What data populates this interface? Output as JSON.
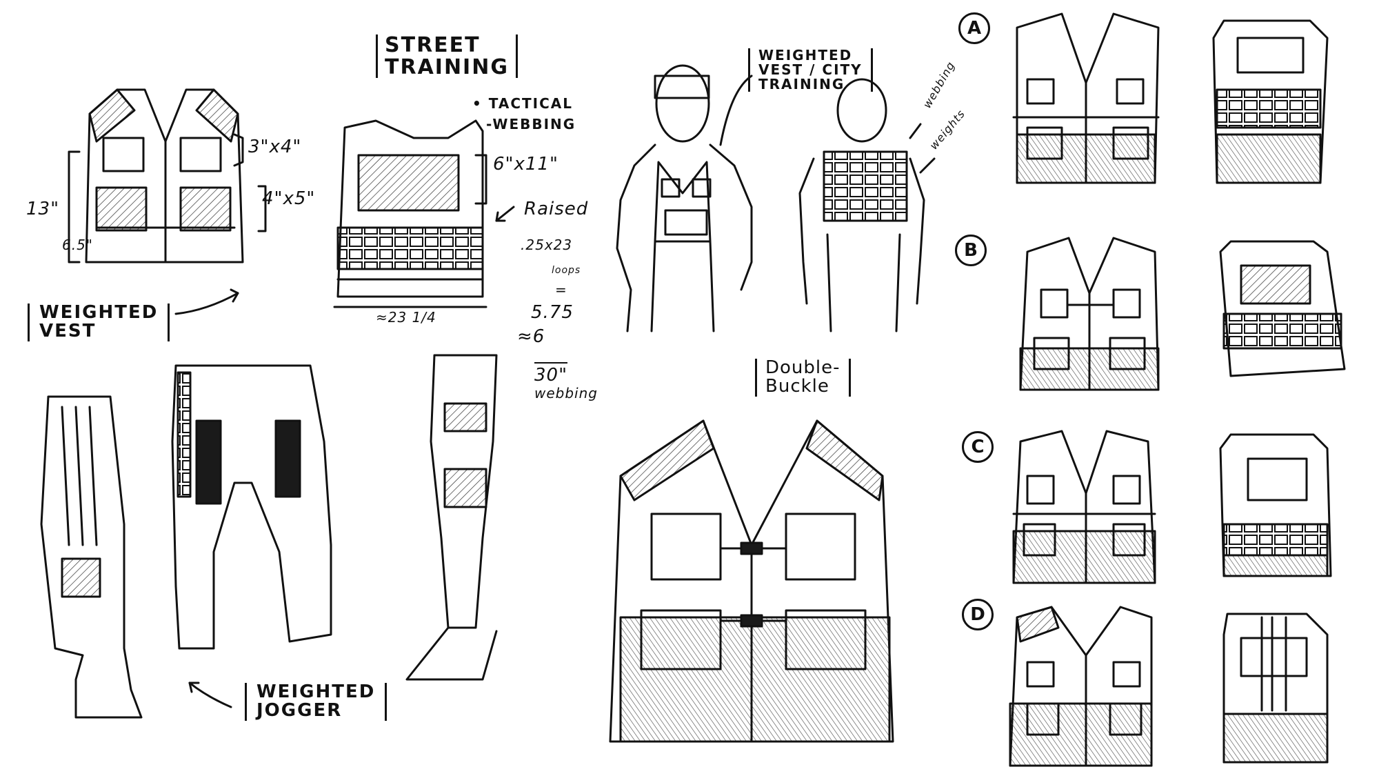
{
  "labels": {
    "street_training_1": "STREET",
    "street_training_2": "TRAINING",
    "tactical": "• TACTICAL",
    "webbing_note": "-WEBBING",
    "pocket_small": "3\"x4\"",
    "pocket_large": "4\"x5\"",
    "vest_height": "13\"",
    "lower_height": "6.5\"",
    "panel_size": "6\"x11\"",
    "raised": "Raised",
    "calc_1": ".25x23",
    "calc_2": "loops",
    "calc_3": "=",
    "calc_4": "5.75",
    "calc_5": "≈6",
    "calc_6": "30\"",
    "calc_7": "webbing",
    "width_23": "≈23 1/4",
    "weighted_vest_1": "WEIGHTED",
    "weighted_vest_2": "VEST",
    "weighted_jogger_1": "WEIGHTED",
    "weighted_jogger_2": "JOGGER",
    "city_training_1": "WEIGHTED",
    "city_training_2": "VEST / CITY",
    "city_training_3": "TRAINING",
    "webbing_side": "webbing",
    "weights_side": "weights",
    "double_buckle_1": "Double-",
    "double_buckle_2": "Buckle"
  },
  "options": [
    {
      "letter": "A"
    },
    {
      "letter": "B"
    },
    {
      "letter": "C"
    },
    {
      "letter": "D"
    }
  ],
  "colors": {
    "ink": "#111111",
    "paper": "#ffffff",
    "fill": "#1a1a1a"
  }
}
